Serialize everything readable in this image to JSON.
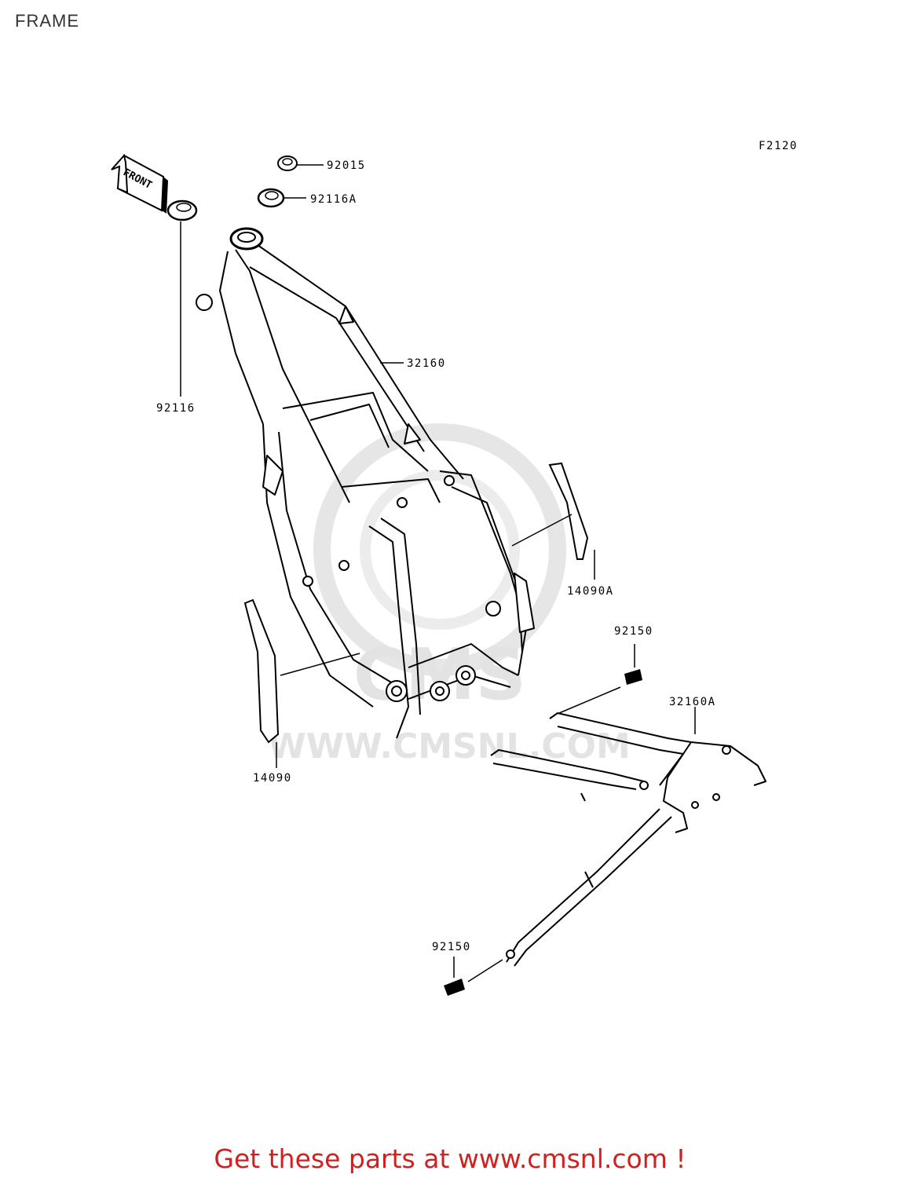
{
  "header": {
    "title": "FRAME"
  },
  "diagram": {
    "code": "F2120",
    "front_arrow": "FRONT",
    "watermark": "WWW.CMSNL.COM",
    "parts": [
      {
        "id": "92015",
        "label": "92015"
      },
      {
        "id": "92116A",
        "label": "92116A"
      },
      {
        "id": "92116",
        "label": "92116"
      },
      {
        "id": "32160",
        "label": "32160"
      },
      {
        "id": "14090A",
        "label": "14090A"
      },
      {
        "id": "14090",
        "label": "14090"
      },
      {
        "id": "92150-upper",
        "label": "92150"
      },
      {
        "id": "32160A",
        "label": "32160A"
      },
      {
        "id": "92150-lower",
        "label": "92150"
      }
    ]
  },
  "footer": {
    "text": "Get these parts at www.cmsnl.com !"
  },
  "colors": {
    "footer": "#d0201f",
    "line": "#000000",
    "watermark": "#e3e3e3"
  }
}
